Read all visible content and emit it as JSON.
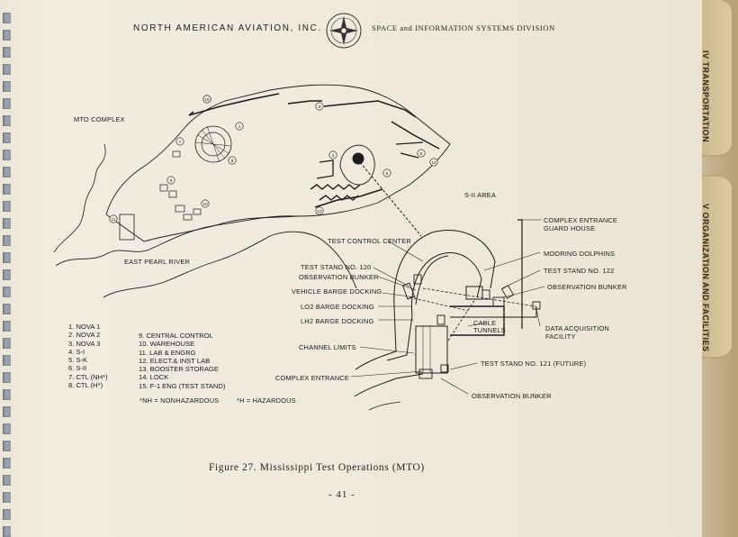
{
  "header": {
    "company": "NORTH AMERICAN AVIATION, INC.",
    "division": "SPACE and INFORMATION SYSTEMS DIVISION"
  },
  "tabs": [
    {
      "label": "IV  TRANSPORTATION"
    },
    {
      "label": "V  ORGANIZATION AND FACILITIES"
    }
  ],
  "map": {
    "complex_label": "MTO COMPLEX",
    "s2_area": "S-II AREA",
    "river": "EAST PEARL RIVER",
    "labels": {
      "guard_house": "COMPLEX ENTRANCE",
      "guard_house_2": "GUARD HOUSE",
      "test_control": "TEST CONTROL CENTER",
      "mooring": "MOORING DOLPHINS",
      "stand_120": "TEST STAND NO. 120",
      "stand_122": "TEST STAND NO. 122",
      "obs_bunker_1": "OBSERVATION BUNKER",
      "obs_bunker_2": "OBSERVATION BUNKER",
      "obs_bunker_3": "OBSERVATION BUNKER",
      "vehicle_barge": "VEHICLE BARGE DOCKING",
      "lo2_barge": "LO2 BARGE DOCKING",
      "lh2_barge": "LH2 BARGE DOCKING",
      "cable": "CABLE",
      "tunnels": "TUNNELS",
      "data_acq": "DATA ACQUISITION",
      "facility": "FACILITY",
      "channel": "CHANNEL LIMITS",
      "stand_121": "TEST STAND NO. 121 (FUTURE)",
      "complex_entrance": "COMPLEX ENTRANCE"
    },
    "markers": [
      "1",
      "2",
      "3",
      "4",
      "5",
      "6",
      "7",
      "8",
      "9",
      "10",
      "11",
      "12",
      "13",
      "15"
    ]
  },
  "legend": {
    "left": [
      "1.  NOVA 1",
      "2.  NOVA 2",
      "3.  NOVA 3",
      "4.  S-I",
      "5.  S-K",
      "6.  S-II",
      "7.  CTL (NH*)",
      "8.  CTL (H*)"
    ],
    "right": [
      "9.  CENTRAL CONTROL",
      "10.  WAREHOUSE",
      "11.  LAB & ENGRG",
      "12.  ELECT.& INST LAB",
      "13.  BOOSTER STORAGE",
      "14.  LOCK",
      "15.  F-1 ENG (TEST STAND)"
    ],
    "footnote_nh": "*NH = NONHAZARDOUS",
    "footnote_h": "*H = HAZARDOUS"
  },
  "caption": "Figure 27.  Mississippi Test Operations  (MTO)",
  "page_number": "- 41 -",
  "colors": {
    "ink": "#1c1c1c",
    "paper": "#efe9dc",
    "tab": "#d3c096"
  }
}
